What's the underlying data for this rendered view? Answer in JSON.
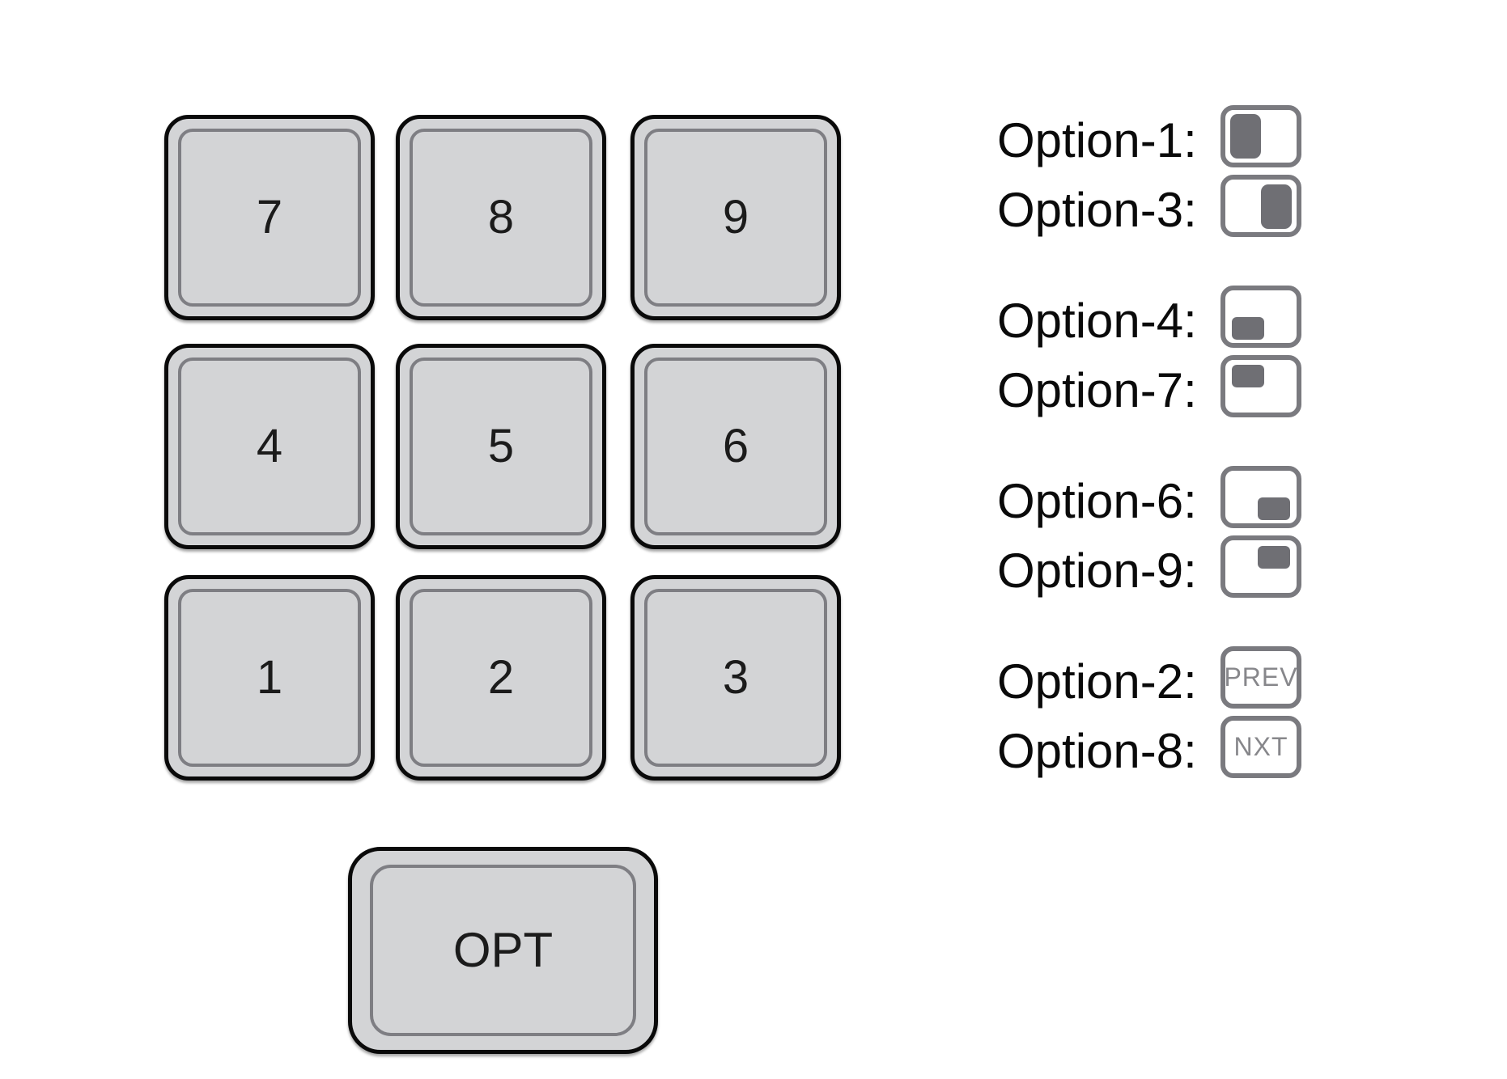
{
  "keypad": {
    "rows": [
      [
        "7",
        "8",
        "9"
      ],
      [
        "4",
        "5",
        "6"
      ],
      [
        "1",
        "2",
        "3"
      ]
    ],
    "opt": "OPT"
  },
  "legend": {
    "groups": [
      {
        "rows": [
          {
            "label": "Option-1:",
            "indicator": "left-half"
          },
          {
            "label": "Option-3:",
            "indicator": "right-half"
          }
        ]
      },
      {
        "rows": [
          {
            "label": "Option-4:",
            "indicator": "bottom-left"
          },
          {
            "label": "Option-7:",
            "indicator": "top-left"
          }
        ]
      },
      {
        "rows": [
          {
            "label": "Option-6:",
            "indicator": "bottom-right"
          },
          {
            "label": "Option-9:",
            "indicator": "top-right"
          }
        ]
      },
      {
        "rows": [
          {
            "label": "Option-2:",
            "badge": "PREV"
          },
          {
            "label": "Option-8:",
            "badge": "NXT"
          }
        ]
      }
    ]
  },
  "colors": {
    "background": "#ffffff",
    "key_fill": "#d3d4d6",
    "key_outer_border": "#0a0a0a",
    "key_inner_border": "#7e7e83",
    "key_text": "#1b1b1b",
    "legend_icon_border": "#7a7a7f",
    "legend_mark_fill": "#6f6f74",
    "badge_text": "#87878b",
    "label_text": "#0a0a0a"
  }
}
